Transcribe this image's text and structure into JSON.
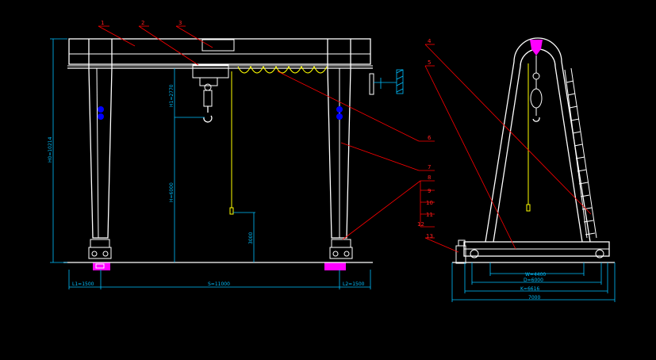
{
  "dimensions": {
    "total_height": "H0=10214",
    "hook_height_top": "H1=2770",
    "lift_height": "H=6000",
    "lower_height": "3000",
    "span": "S=11000",
    "left_cantilever": "L1=1500",
    "right_cantilever": "L2=1500",
    "wheel_base": "W=4400",
    "d_dim": "D=6000",
    "k_dim": "K=6616",
    "overall_width": "7000"
  },
  "callouts": {
    "c1": "1",
    "c2": "2",
    "c3": "3",
    "c4": "4",
    "c5": "5",
    "c6": "6",
    "c7": "7",
    "c8": "8",
    "c9": "9",
    "c10": "10",
    "c11": "11",
    "c12": "12",
    "c13": "13"
  },
  "colors": {
    "background": "#000000",
    "structure": "#ffffff",
    "dimension": "#00bfff",
    "callout": "#ff0000",
    "cable": "#ffff00",
    "accent": "#ff00ff",
    "motor": "#0000ff"
  }
}
